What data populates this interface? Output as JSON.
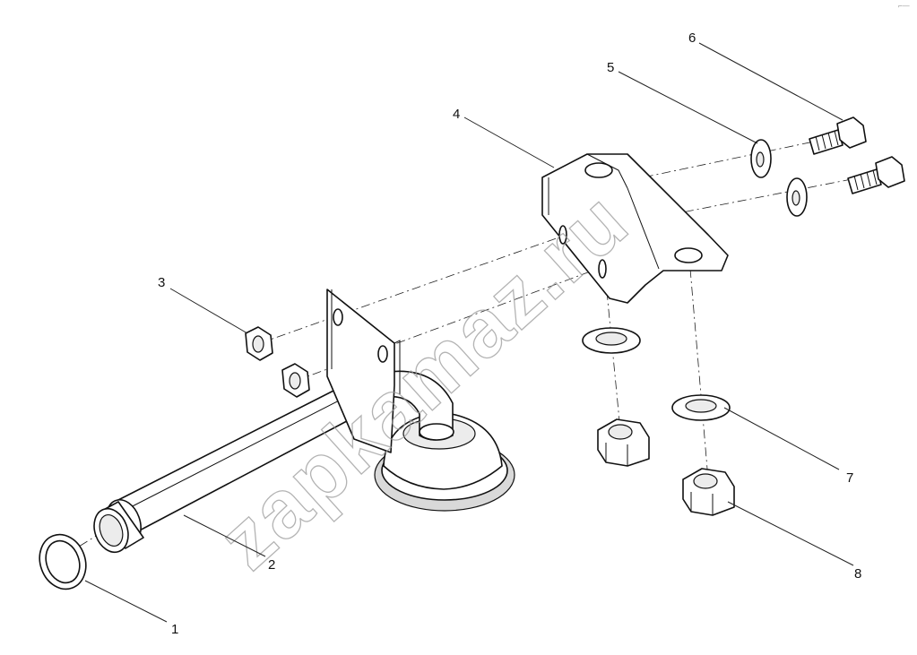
{
  "callouts": [
    {
      "id": "1",
      "part": "sealing-ring"
    },
    {
      "id": "2",
      "part": "oil-intake-pipe"
    },
    {
      "id": "3",
      "part": "nut"
    },
    {
      "id": "4",
      "part": "bracket"
    },
    {
      "id": "5",
      "part": "washer"
    },
    {
      "id": "6",
      "part": "bolt"
    },
    {
      "id": "7",
      "part": "washer"
    },
    {
      "id": "8",
      "part": "nut"
    }
  ],
  "watermark": "zapkamaz.ru",
  "corner_mark": "⌐—"
}
